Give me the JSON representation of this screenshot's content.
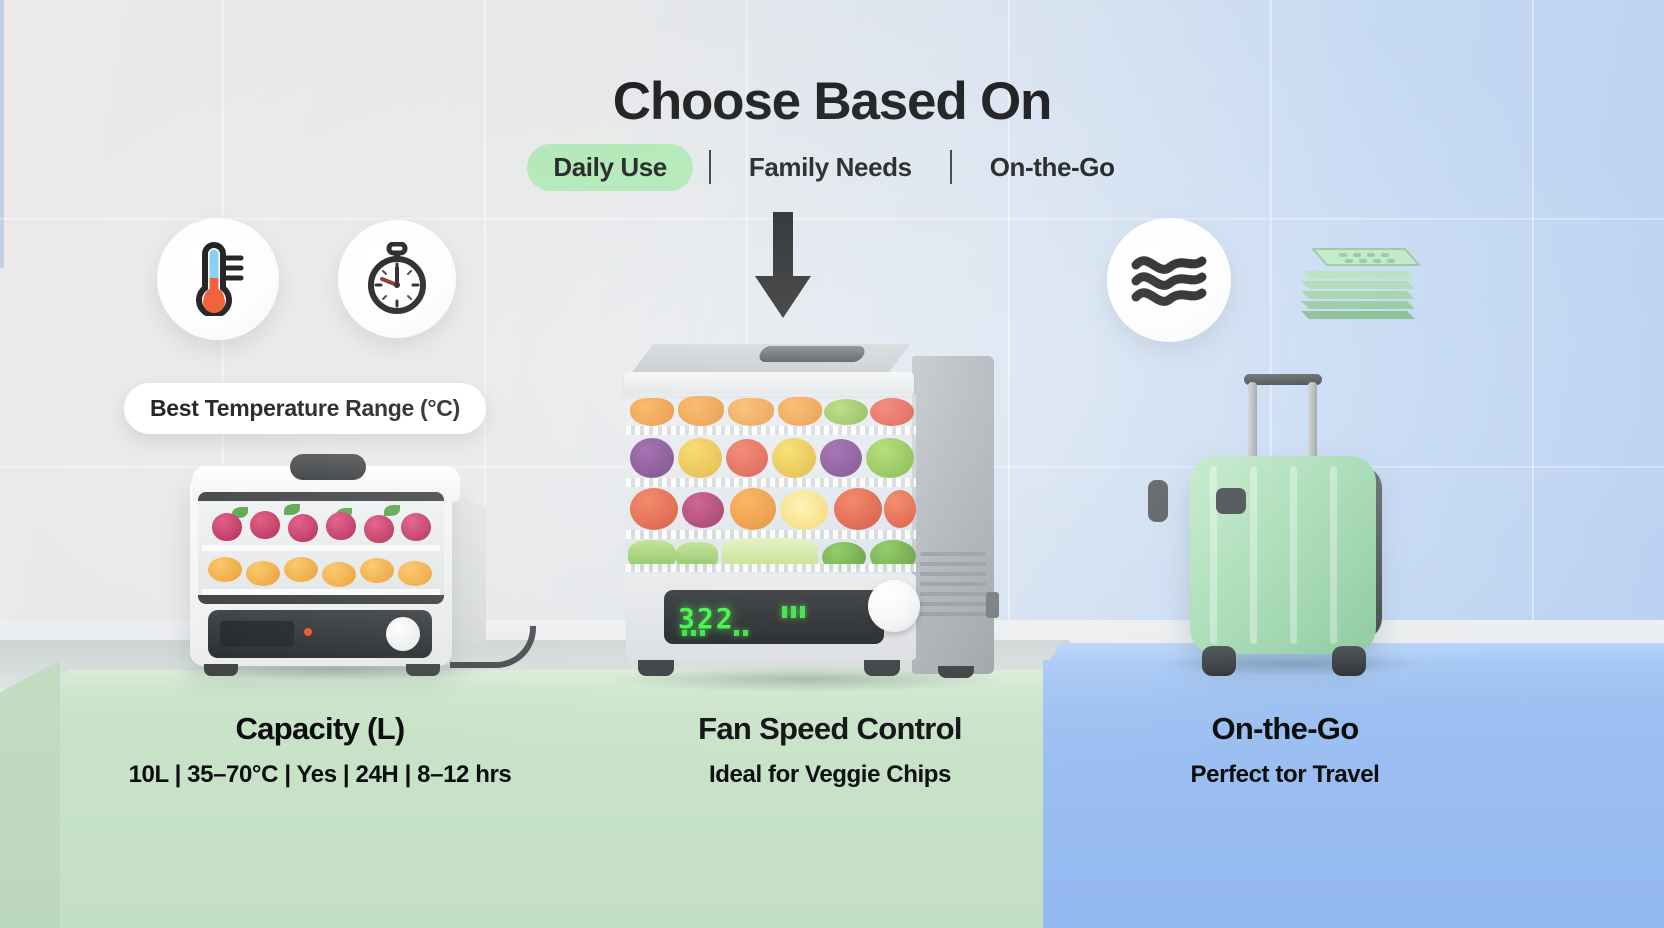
{
  "header": {
    "title": "Choose Based On",
    "tags": [
      {
        "label": "Daily Use",
        "active": true
      },
      {
        "label": "Family Needs",
        "active": false
      },
      {
        "label": "On-the-Go",
        "active": false
      }
    ]
  },
  "icons": {
    "thermometer": "thermometer-icon",
    "timer": "stopwatch-icon",
    "airflow": "airflow-waves-icon",
    "trays": "stacked-trays-icon",
    "arrow": "down-arrow-icon"
  },
  "badge": {
    "temperature_range_label": "Best Temperature Range (°C)"
  },
  "columns": [
    {
      "id": "daily-use",
      "title": "Capacity (L)",
      "subtitle": "10L | 35–70°C | Yes | 24H | 8–12 hrs",
      "podium_color": "#c9e3c9",
      "product": "compact-white-dehydrator"
    },
    {
      "id": "family-needs",
      "title": "Fan Speed Control",
      "subtitle": "Ideal for Veggie Chips",
      "podium_color": "#c9e3c9",
      "product": "tall-steel-dehydrator"
    },
    {
      "id": "on-the-go",
      "title": "On-the-Go",
      "subtitle": "Perfect tor Travel",
      "podium_color": "#9dc0f2",
      "product": "green-suitcase"
    }
  ],
  "device_display": {
    "digits": "322",
    "digit_color": "#35f43a"
  },
  "colors": {
    "background_left": "#eceae8",
    "background_right": "#b9d1f2",
    "accent_green_pill": "#abe6b0",
    "podium_green": "#c9e3c9",
    "podium_blue": "#9dc0f2",
    "text": "#0b0d0e"
  }
}
